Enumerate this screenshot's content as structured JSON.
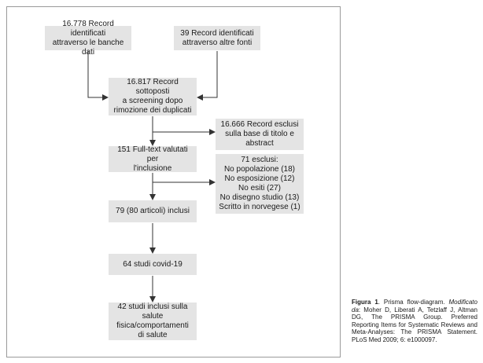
{
  "boxes": {
    "db_records": "16.778 Record identificati\nattraverso le banche dati",
    "other_records": "39 Record identificati\nattraverso altre fonti",
    "screened": "16.817 Record sottoposti\na screening dopo\nrimozione dei duplicati",
    "excluded_title": "16.666 Record esclusi\nsulla base di titolo e\nabstract",
    "fulltext": "151 Full-text valutati per\nl'inclusione",
    "excluded_fulltext": "71 esclusi:\nNo popolazione (18)\nNo esposizione (12)\nNo esiti (27)\nNo disegno studio (13)\nScritto in norvegese (1)",
    "included": "79 (80 articoli) inclusi",
    "covid": "64 studi covid-19",
    "final": "42 studi inclusi sulla salute\nfisica/comportamenti\ndi salute"
  },
  "caption": {
    "label": "Figura 1",
    "title": ". Prisma flow-diagram.",
    "modified_label": "Modificato da",
    "text": ": Moher D, Liberati A, Tetzlaff J, Altman DG, The PRISMA Group. Preferred Reporting Items for Systematic Reviews and Meta-Analyses: The PRISMA Statement. PLoS Med 2009; 6: e1000097."
  },
  "colors": {
    "box_fill": "#e4e4e4",
    "arrow": "#333333",
    "frame": "#9a9a9a"
  }
}
